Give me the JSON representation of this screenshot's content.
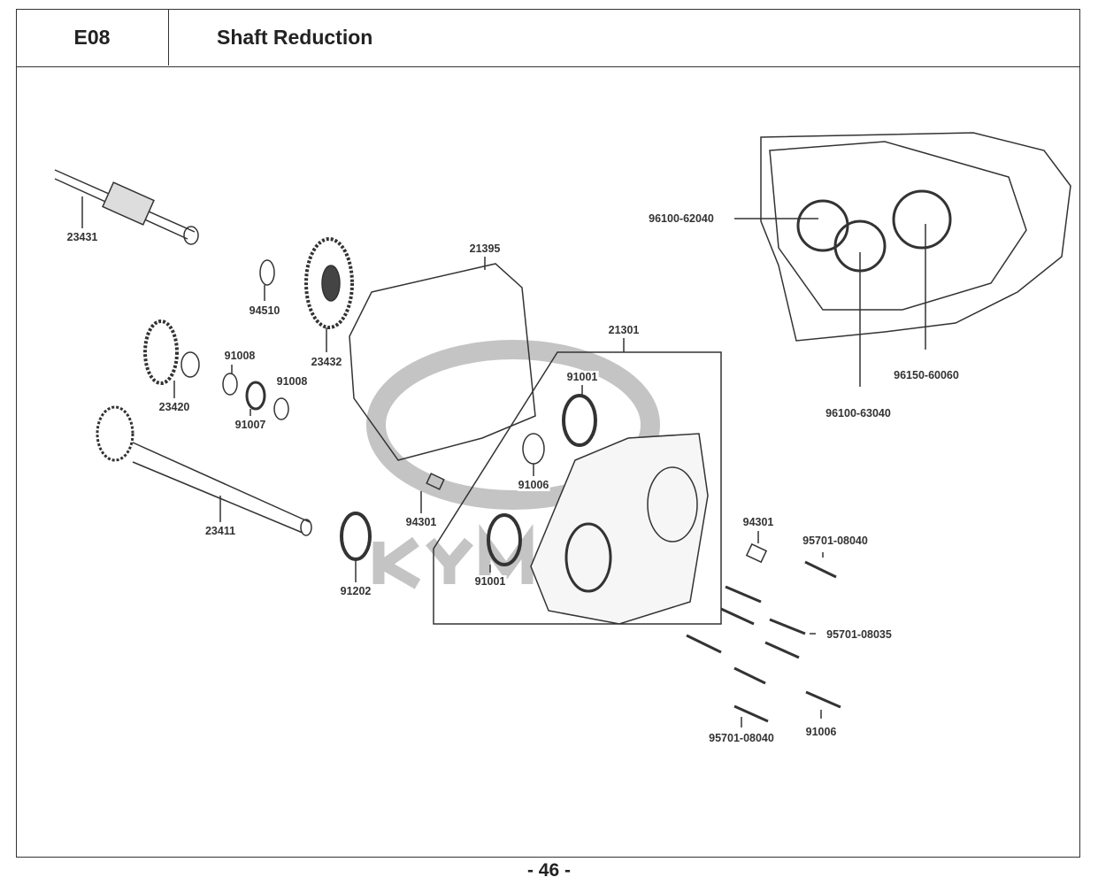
{
  "header": {
    "code": "E08",
    "title": "Shaft Reduction"
  },
  "watermark": {
    "brand": "KYMCO"
  },
  "parts": [
    {
      "id": "23431",
      "label": "23431"
    },
    {
      "id": "94510",
      "label": "94510"
    },
    {
      "id": "23432",
      "label": "23432"
    },
    {
      "id": "21395",
      "label": "21395"
    },
    {
      "id": "21301",
      "label": "21301"
    },
    {
      "id": "91008a",
      "label": "91008"
    },
    {
      "id": "91008b",
      "label": "91008"
    },
    {
      "id": "23420",
      "label": "23420"
    },
    {
      "id": "91007",
      "label": "91007"
    },
    {
      "id": "91001a",
      "label": "91001"
    },
    {
      "id": "91006a",
      "label": "91006"
    },
    {
      "id": "94301a",
      "label": "94301"
    },
    {
      "id": "23411",
      "label": "23411"
    },
    {
      "id": "91202",
      "label": "91202"
    },
    {
      "id": "91001b",
      "label": "91001"
    },
    {
      "id": "94301b",
      "label": "94301"
    },
    {
      "id": "95701-08040a",
      "label": "95701-08040"
    },
    {
      "id": "95701-08035",
      "label": "95701-08035"
    },
    {
      "id": "95701-08040b",
      "label": "95701-08040"
    },
    {
      "id": "91006b",
      "label": "91006"
    },
    {
      "id": "96100-62040",
      "label": "96100-62040"
    },
    {
      "id": "96150-60060",
      "label": "96150-60060"
    },
    {
      "id": "96100-63040",
      "label": "96100-63040"
    }
  ],
  "footer": {
    "page": "- 46 -"
  }
}
